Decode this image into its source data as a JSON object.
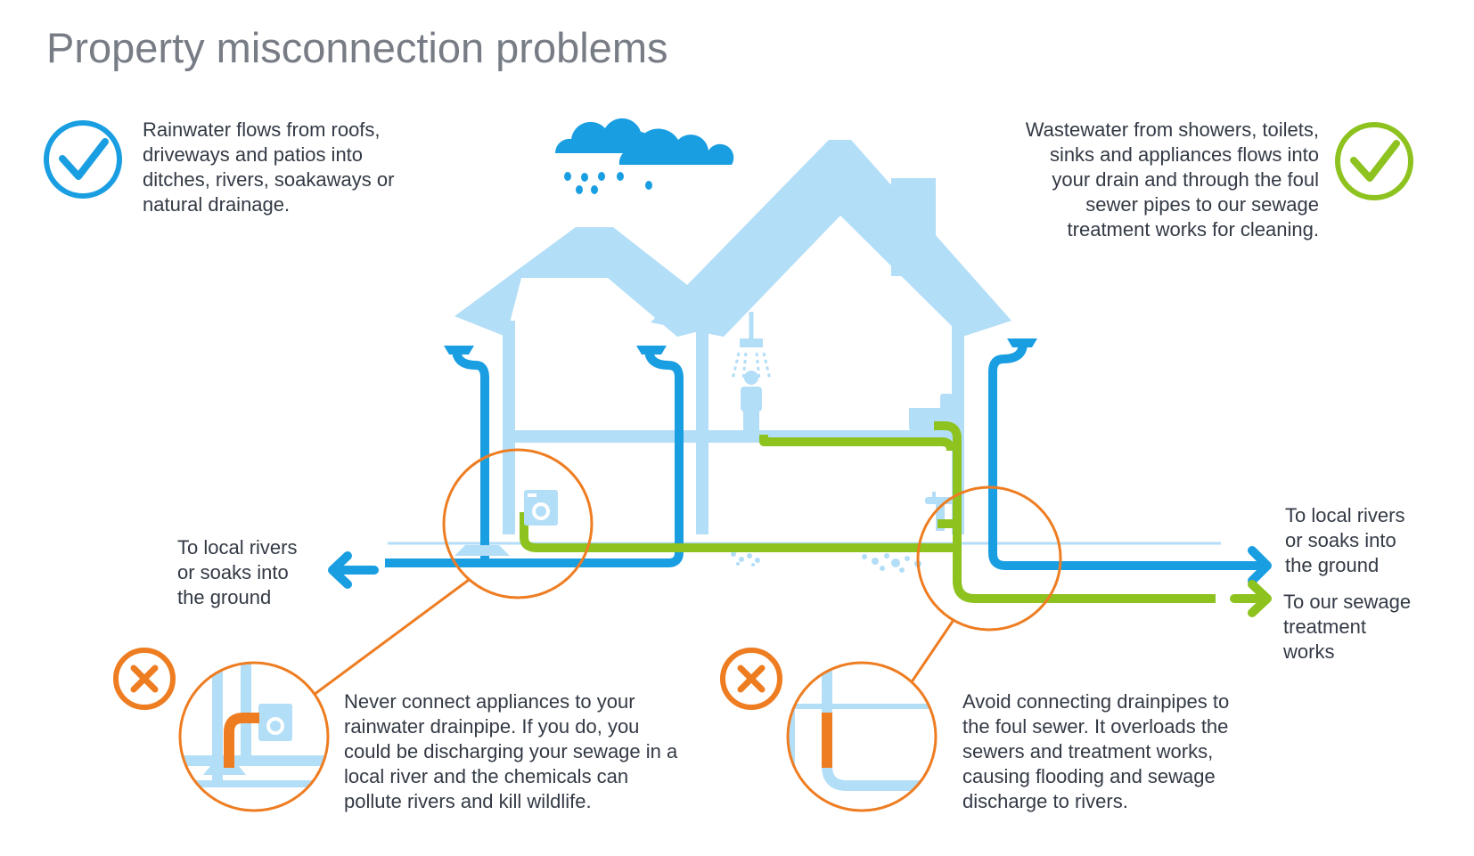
{
  "title": "Property misconnection problems",
  "rainwater_info": {
    "lines": [
      "Rainwater flows from roofs,",
      "driveways and patios into",
      "ditches, rivers, soakaways or",
      "natural drainage."
    ]
  },
  "wastewater_info": {
    "lines": [
      "Wastewater from showers, toilets,",
      "sinks and appliances flows into",
      "your drain and through the foul",
      "sewer pipes to our sewage",
      "treatment works for cleaning."
    ]
  },
  "left_destination": {
    "lines": [
      "To local rivers",
      "or soaks into",
      "the ground"
    ]
  },
  "right_destination_rain": {
    "lines": [
      "To local rivers",
      "or soaks into",
      "the ground"
    ]
  },
  "right_destination_sewage": {
    "lines": [
      "To our sewage",
      "treatment",
      "works"
    ]
  },
  "appliance_warning": {
    "lines": [
      "Never connect appliances to your",
      "rainwater drainpipe. If you do, you",
      "could be discharging your sewage in a",
      "local river and the chemicals can",
      "pollute rivers and kill wildlife."
    ]
  },
  "drainpipe_warning": {
    "lines": [
      "Avoid connecting drainpipes to",
      "the foul sewer. It overloads the",
      "sewers and treatment works,",
      "causing flooding and sewage",
      "discharge to rivers."
    ]
  },
  "colors": {
    "house": "#b3def7",
    "rainwater": "#1a9ee2",
    "foul": "#8dc21f",
    "warning": "#ee7d22",
    "text": "#333a45",
    "title": "#777c85"
  },
  "icons": {
    "rain_ok": "check-circle-icon",
    "foul_ok": "check-circle-icon",
    "warning": "cross-circle-icon",
    "cloud": "rain-cloud-icon",
    "shower": "shower-icon",
    "person": "person-icon",
    "toilet": "toilet-icon",
    "sink": "sink-icon",
    "washing_machine": "washing-machine-icon",
    "gully": "drain-gully-icon"
  }
}
